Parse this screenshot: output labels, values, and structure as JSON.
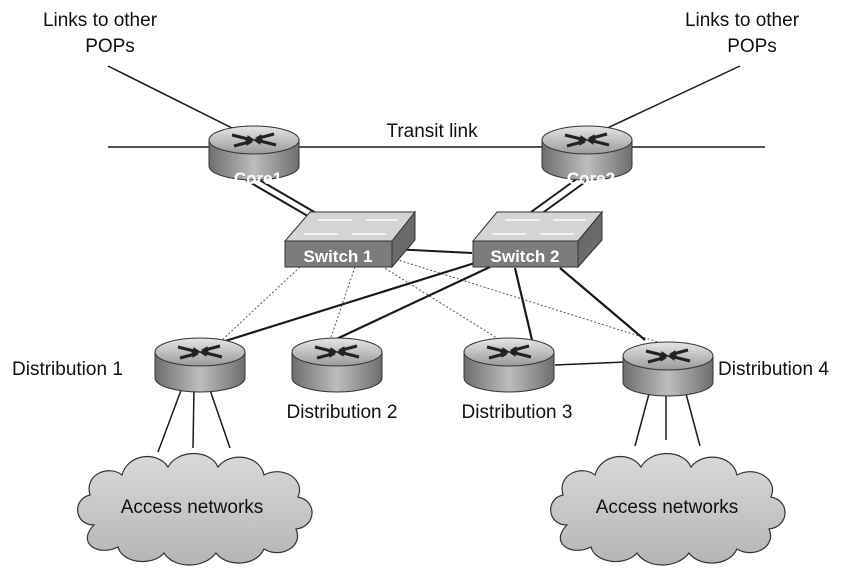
{
  "labels": {
    "links_left_line1": "Links to other",
    "links_left_line2": "POPs",
    "links_right_line1": "Links to other",
    "links_right_line2": "POPs",
    "transit": "Transit link"
  },
  "devices": {
    "core1": "Core1",
    "core2": "Core2",
    "switch1": "Switch 1",
    "switch2": "Switch 2",
    "dist1": "Distribution 1",
    "dist2": "Distribution 2",
    "dist3": "Distribution 3",
    "dist4": "Distribution 4"
  },
  "clouds": {
    "left": "Access networks",
    "right": "Access networks"
  },
  "colors": {
    "device_gray": "#8a8a8a",
    "device_light": "#d6d6d6",
    "cloud_fill": "#c8c8c8",
    "line": "#1a1a1a"
  },
  "icons": [
    "router-icon",
    "switch-icon",
    "cloud-icon"
  ]
}
